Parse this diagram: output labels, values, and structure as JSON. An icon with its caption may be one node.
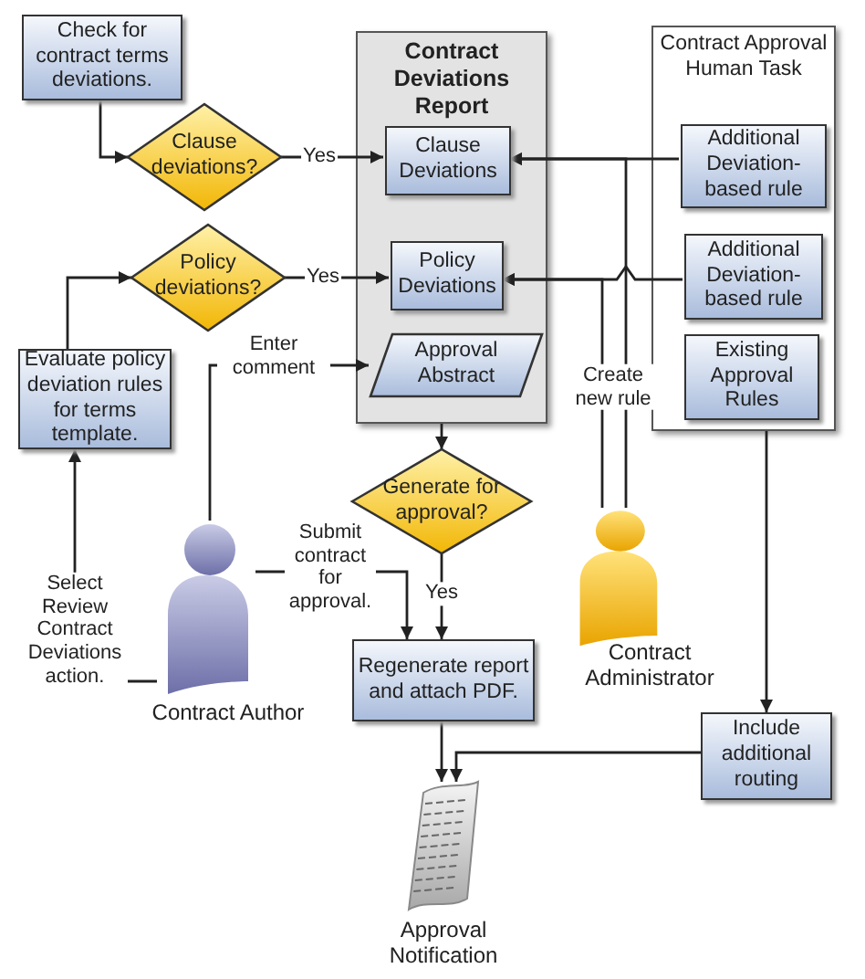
{
  "diagram": {
    "nodes": [
      {
        "text": [
          "Check for contract terms deviations."
        ]
      },
      {
        "text": [
          "Clause deviations?"
        ]
      },
      {
        "text": [
          "Policy deviations?"
        ]
      },
      {
        "text": [
          "Evaluate policy deviation rules for terms template."
        ]
      },
      {
        "text": [
          "Contract Deviations Report"
        ]
      },
      {
        "text": [
          "Clause Deviations"
        ],
        "in": 4
      },
      {
        "text": [
          "Policy Deviations"
        ],
        "in": 4
      },
      {
        "text": [
          "Approval Abstract"
        ],
        "in": 4
      },
      {
        "text": [
          "Contract Approval Human Task"
        ]
      },
      {
        "text": [
          "Additional Deviation-based rule"
        ],
        "in": 8
      },
      {
        "text": [
          "Additional Deviation-based rule"
        ],
        "in": 8
      },
      {
        "text": [
          "Existing Approval Rules"
        ],
        "in": 8
      },
      {
        "text": [
          "Generate for approval?"
        ]
      },
      {
        "text": [],
        "shape": "person",
        "beside": [
          "Contract Author"
        ]
      },
      {
        "text": [],
        "shape": "person",
        "beside": [
          "Contract Administrator"
        ]
      },
      {
        "text": [
          "Regenerate report and attach PDF."
        ]
      },
      {
        "text": [
          "Include additional routing"
        ]
      },
      {
        "text": [],
        "shape": "picture",
        "beside": [
          "Approval Notification"
        ]
      }
    ],
    "edges": [
      {
        "from": 0,
        "to": 1,
        "arrow": "to"
      },
      {
        "from": 1,
        "to": 5,
        "arrow": "to",
        "label": "Yes"
      },
      {
        "from": 2,
        "to": 6,
        "arrow": "to",
        "label": "Yes"
      },
      {
        "from": 3,
        "to": 2,
        "arrow": "to"
      },
      {
        "from": 13,
        "to": 3,
        "arrow": "to",
        "label": "Select Review Contract Deviations action."
      },
      {
        "from": 13,
        "to": 7,
        "arrow": "to",
        "label": "Enter comment"
      },
      {
        "from": 13,
        "to": 15,
        "arrow": "to",
        "label": "Submit contract for approval."
      },
      {
        "from": 12,
        "to": 15,
        "arrow": "to",
        "label": "Yes"
      },
      {
        "from": 4,
        "to": 12,
        "arrow": "to"
      },
      {
        "from": 14,
        "to": 5,
        "arrow": "to",
        "label": "Create new rule"
      },
      {
        "from": 14,
        "to": 6,
        "arrow": "to"
      },
      {
        "from": 9,
        "to": 5,
        "arrow": "to"
      },
      {
        "from": 10,
        "to": 6,
        "arrow": "to"
      },
      {
        "from": 8,
        "to": 16,
        "arrow": "to"
      },
      {
        "from": 16,
        "to": 17,
        "arrow": "to"
      },
      {
        "from": 15,
        "to": 17,
        "arrow": "to"
      }
    ]
  }
}
